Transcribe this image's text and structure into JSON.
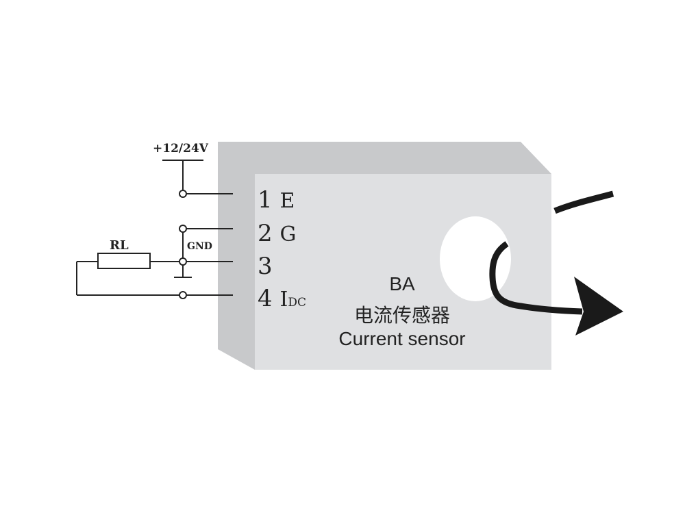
{
  "circuit": {
    "supply_label": "+12/24V",
    "gnd_label": "GND",
    "resistor_label": "RL"
  },
  "sensor": {
    "pins": [
      {
        "number": "1",
        "name": "E"
      },
      {
        "number": "2",
        "name": "G"
      },
      {
        "number": "3",
        "name": ""
      },
      {
        "number": "4",
        "name": "I",
        "subscript": "DC"
      }
    ],
    "model": "BA",
    "title_cn": "电流传感器",
    "title_en": "Current sensor"
  },
  "colors": {
    "front_face": "#dfe0e2",
    "side_face": "#c9cacc",
    "line": "#222222"
  }
}
